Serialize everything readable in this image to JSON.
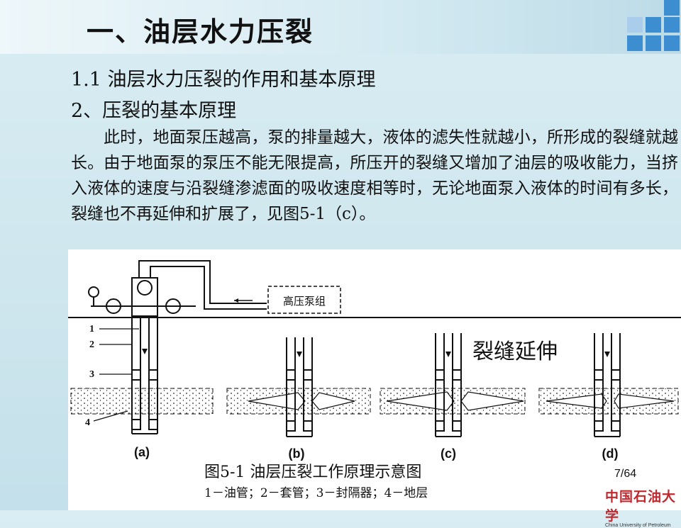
{
  "header": {
    "title": "一、油层水力压裂"
  },
  "content": {
    "section_heading": "1.1 油层水力压裂的作用和基本原理",
    "subsection_heading": "2、压裂的基本原理",
    "paragraph": "此时，地面泵压越高，泵的排量越大，液体的滤失性就越小，所形成的裂缝就越长。由于地面泵的泵压不能无限提高，所压开的裂缝又增加了油层的吸收能力，当挤入液体的速度与沿裂缝渗滤面的吸收速度相等时，无论地面泵入液体的时间有多长，裂缝也不再延伸和扩展了，见图5-1（c）。"
  },
  "figure": {
    "pump_label": "高压泵组",
    "overlay_label": "裂缝延伸",
    "part_numbers": [
      "1",
      "2",
      "3",
      "4"
    ],
    "panel_labels": [
      "(a)",
      "(b)",
      "(c)",
      "(d)"
    ],
    "caption": "图5-1 油层压裂工作原理示意图",
    "legend": "1－油管；2－套管；3－封隔器；4－地层"
  },
  "footer": {
    "page_number": "7/64",
    "logo_cn": "中国石油大学",
    "logo_en": "China University of Petroleum"
  },
  "colors": {
    "background": "#cfe6ee",
    "accent_square": "#3d8ed0",
    "logo_red": "#c0282e"
  }
}
